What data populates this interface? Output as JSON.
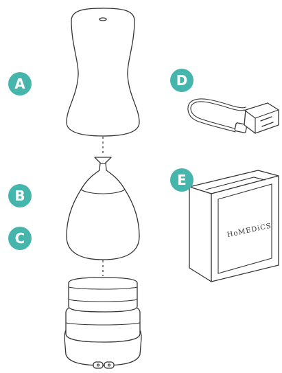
{
  "callouts": {
    "a": "A",
    "b": "B",
    "c": "C",
    "d": "D",
    "e": "E"
  },
  "box_brand": "HoMEDiCS",
  "colors": {
    "callout_fill": "#46b6ad",
    "callout_text": "#ffffff",
    "line": "#333333",
    "background": "#ffffff"
  }
}
